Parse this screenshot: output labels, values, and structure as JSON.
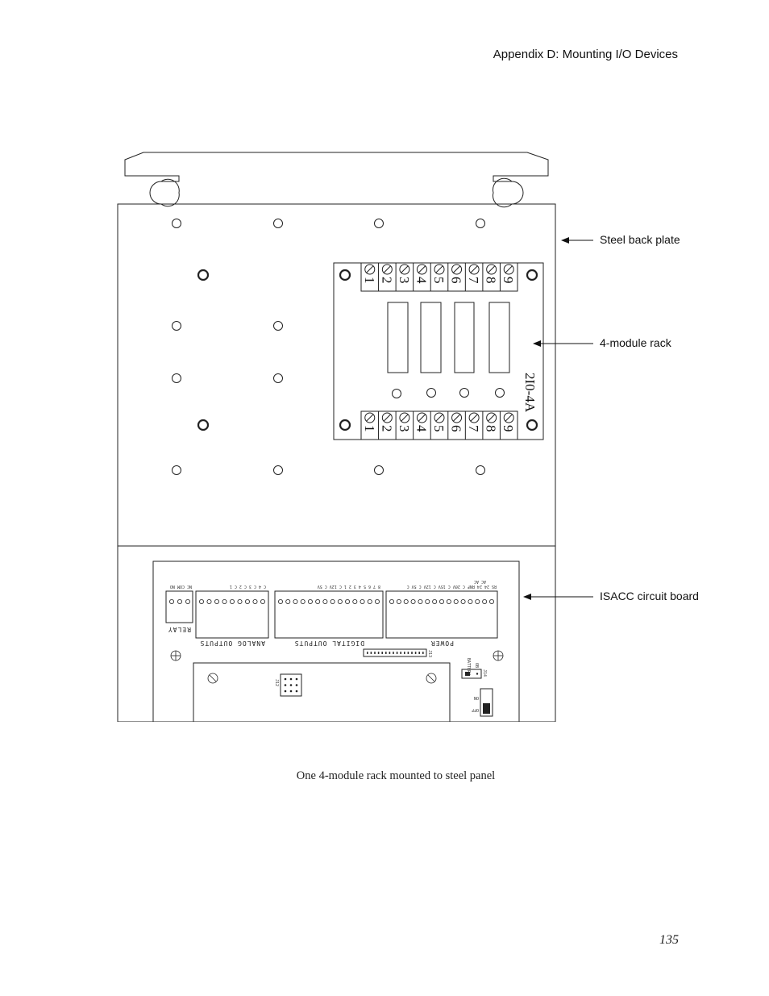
{
  "header": {
    "title": "Appendix D:  Mounting I/O Devices"
  },
  "figure": {
    "callouts": {
      "back_plate": "Steel back plate",
      "rack": "4-module rack",
      "board": "ISACC circuit board"
    },
    "rack": {
      "name": "2I0-4A",
      "terminals": [
        "1",
        "2",
        "3",
        "4",
        "5",
        "6",
        "7",
        "8",
        "9"
      ]
    },
    "board": {
      "relay": "RELAY",
      "relay_pins": "NC COM NO",
      "analog_outputs": "ANALOG OUTPUTS",
      "analog_pins": "C  4  C  3  C  2  C  1",
      "digital_outputs": "DIGITAL OUTPUTS",
      "digital_pins": "8  7  6  5  4  3  2  1  C 12V  C 5V",
      "power": "POWER",
      "power_pins": "RS 24 24 RNF C 20V C 15V C 12V C 5V C",
      "power_ac": "AC AC",
      "jumper_label": "J14",
      "header_label": "J13",
      "switch_on": "ON",
      "switch_off": "OFF",
      "battery_label": "BATTERY",
      "ob_label": "OB",
      "conn_label": "J12"
    }
  },
  "caption": "One 4-module rack mounted to steel panel",
  "page_number": "135"
}
